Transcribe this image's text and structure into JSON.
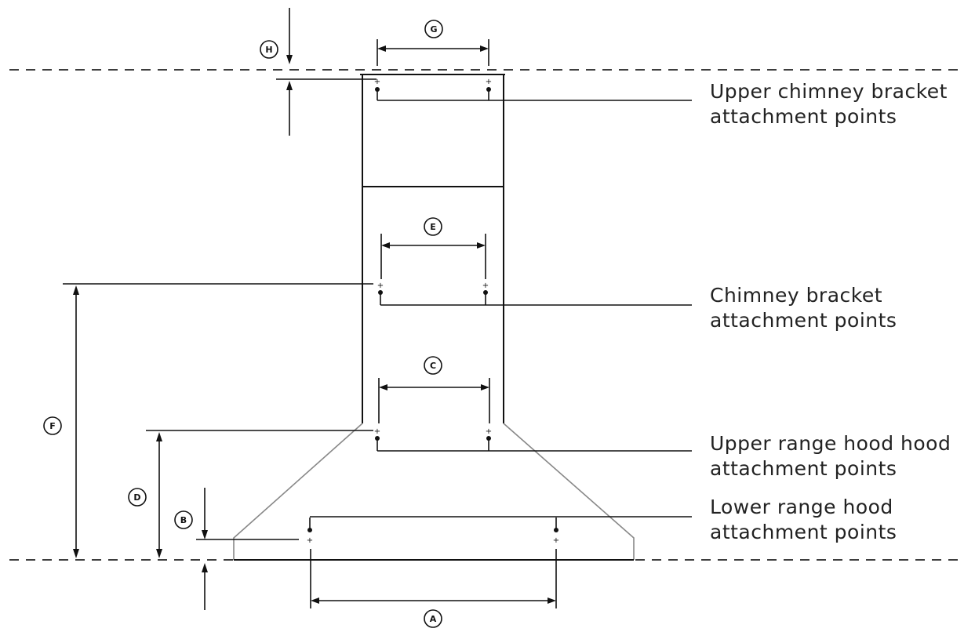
{
  "dimension_labels": {
    "a": "A",
    "b": "B",
    "c": "C",
    "d": "D",
    "e": "E",
    "f": "F",
    "g": "G",
    "h": "H"
  },
  "callouts": {
    "upper_chimney": {
      "line1": "Upper chimney bracket",
      "line2": "attachment points"
    },
    "chimney": {
      "line1": "Chimney bracket",
      "line2": "attachment points"
    },
    "upper_range": {
      "line1": "Upper range hood hood",
      "line2": "attachment points"
    },
    "lower_range": {
      "line1": "Lower range hood",
      "line2": "attachment points"
    }
  },
  "colors": {
    "line": "#111111",
    "hood_outline": "#888888",
    "text": "#222222"
  }
}
